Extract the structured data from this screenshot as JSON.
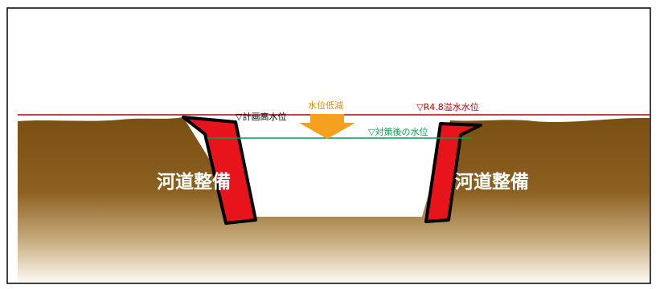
{
  "diagram": {
    "flood_level_label": "▽R4.8溢水水位",
    "plan_high_water_label": "▽計画高水位",
    "water_reduction_label": "水位低減",
    "after_measure_label": "▽対策後の水位",
    "left_work_label": "河道整備",
    "right_work_label": "河道整備",
    "colors": {
      "flood_line": "#c00000",
      "after_line": "#00a050",
      "arrow": "#f5a01e",
      "arrow_text": "#e88a00",
      "revetment": "#e8141c",
      "ground_top": "#7a4f12",
      "ground_bottom": "#fdfaf3",
      "work_label": "#ffffff"
    }
  }
}
